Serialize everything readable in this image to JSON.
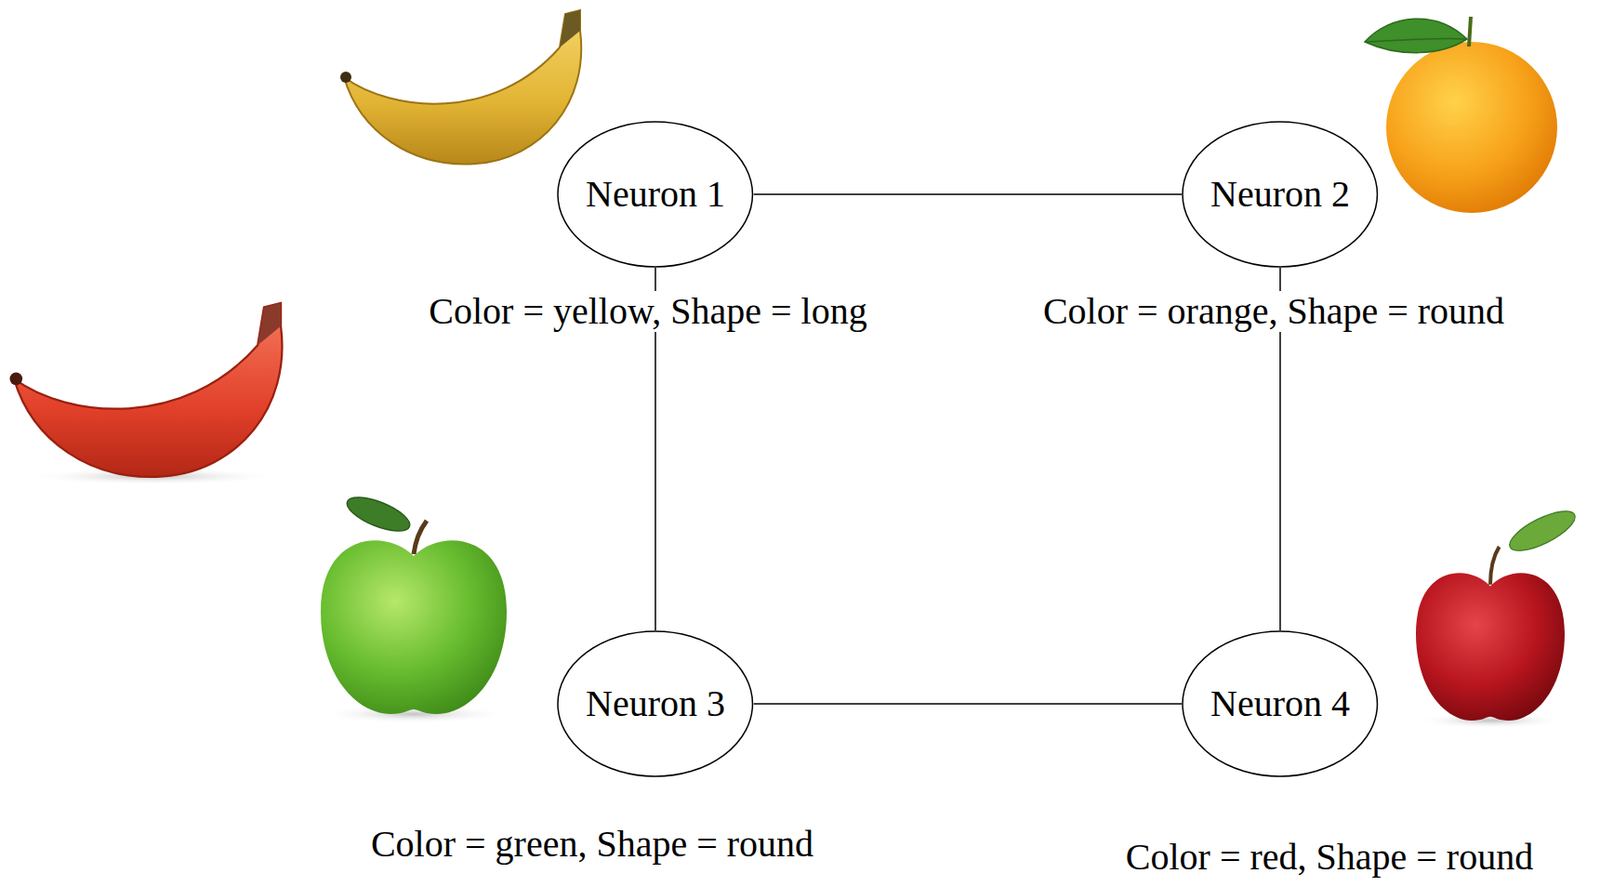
{
  "diagram": {
    "nodes": [
      {
        "text": [
          "Neuron 1"
        ]
      },
      {
        "text": [
          "Neuron 2"
        ]
      },
      {
        "text": [
          "Neuron 3"
        ]
      },
      {
        "text": [
          "Neuron 4"
        ]
      }
    ],
    "edges": [
      {
        "from": 0,
        "to": 1,
        "arrow": "none"
      },
      {
        "from": 0,
        "to": 2,
        "arrow": "none"
      },
      {
        "from": 1,
        "to": 3,
        "arrow": "none"
      },
      {
        "from": 2,
        "to": 3,
        "arrow": "none"
      }
    ],
    "labels": [
      "Color = yellow, Shape = long",
      "Color = orange, Shape = round",
      "Color = green, Shape = round",
      "Color = red, Shape = round"
    ]
  }
}
